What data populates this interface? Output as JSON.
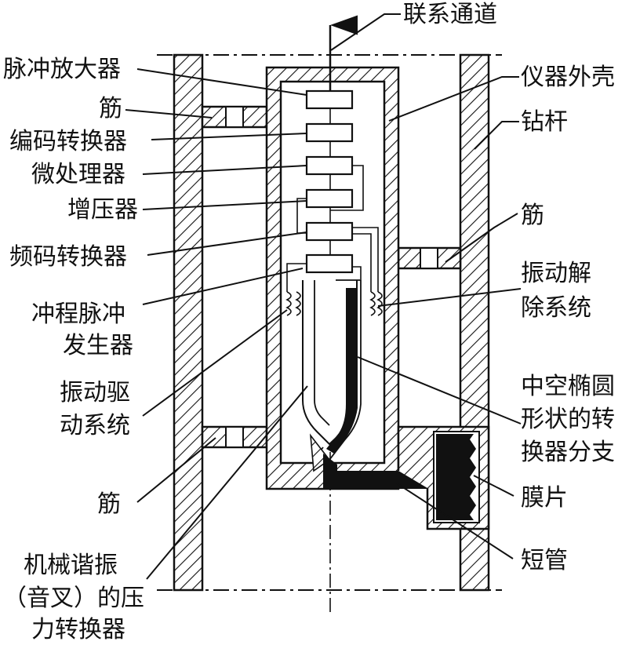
{
  "labels": {
    "top_channel": "联系通道",
    "pulse_amplifier": "脉冲放大器",
    "rib_top_left": "筋",
    "encoder": "编码转换器",
    "microprocessor": "微处理器",
    "booster": "增压器",
    "freq_converter": "频码转换器",
    "stroke_pulse_1": "冲程脉冲",
    "stroke_pulse_2": "发生器",
    "vib_drive_1": "振动驱",
    "vib_drive_2": "动系统",
    "rib_bottom_left": "筋",
    "resonator_1": "机械谐振",
    "resonator_2": "（音叉）的压",
    "resonator_3": "力转换器",
    "housing": "仪器外壳",
    "drill_rod": "钻杆",
    "rib_right": "筋",
    "vib_release_1": "振动解",
    "vib_release_2": "除系统",
    "branch_1": "中空椭圆",
    "branch_2": "形状的转",
    "branch_3": "换器分支",
    "membrane": "膜片",
    "short_tube": "短管"
  },
  "colors": {
    "stroke": "#111111",
    "background": "#ffffff"
  }
}
